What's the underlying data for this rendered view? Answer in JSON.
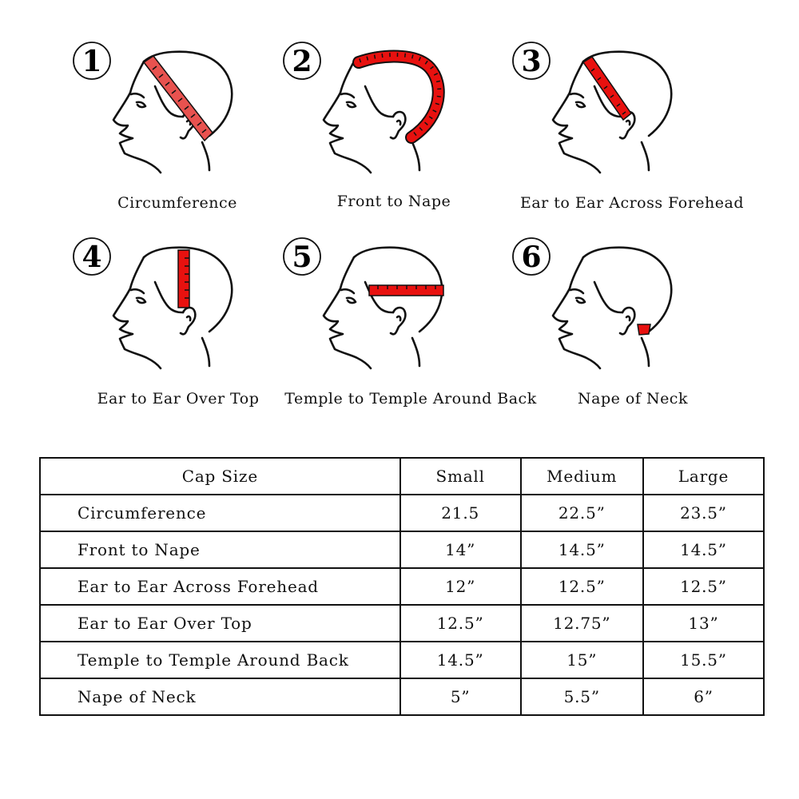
{
  "panels": [
    {
      "number": "1",
      "label": "Circumference",
      "tape": "diagonal-band"
    },
    {
      "number": "2",
      "label": "Front to Nape",
      "tape": "front-to-nape-arc"
    },
    {
      "number": "3",
      "label": "Ear to Ear Across Forehead",
      "tape": "forehead-diagonal"
    },
    {
      "number": "4",
      "label": "Ear to Ear Over Top",
      "tape": "vertical-top"
    },
    {
      "number": "5",
      "label": "Temple to Temple Around Back",
      "tape": "horizontal-back"
    },
    {
      "number": "6",
      "label": "Nape of Neck",
      "tape": "nape-patch"
    }
  ],
  "colors": {
    "tape": "#e8110f",
    "tape_light": "#e8524f",
    "line": "#111111"
  },
  "table": {
    "headers": [
      "Cap Size",
      "Small",
      "Medium",
      "Large"
    ],
    "rows": [
      [
        "Circumference",
        "21.5",
        "22.5”",
        "23.5”"
      ],
      [
        "Front to Nape",
        "14”",
        "14.5”",
        "14.5”"
      ],
      [
        "Ear to Ear Across Forehead",
        "12”",
        "12.5”",
        "12.5”"
      ],
      [
        "Ear to Ear Over Top",
        "12.5”",
        "12.75”",
        "13”"
      ],
      [
        "Temple to Temple Around Back",
        "14.5”",
        "15”",
        "15.5”"
      ],
      [
        "Nape of Neck",
        "5”",
        "5.5”",
        "6”"
      ]
    ]
  }
}
